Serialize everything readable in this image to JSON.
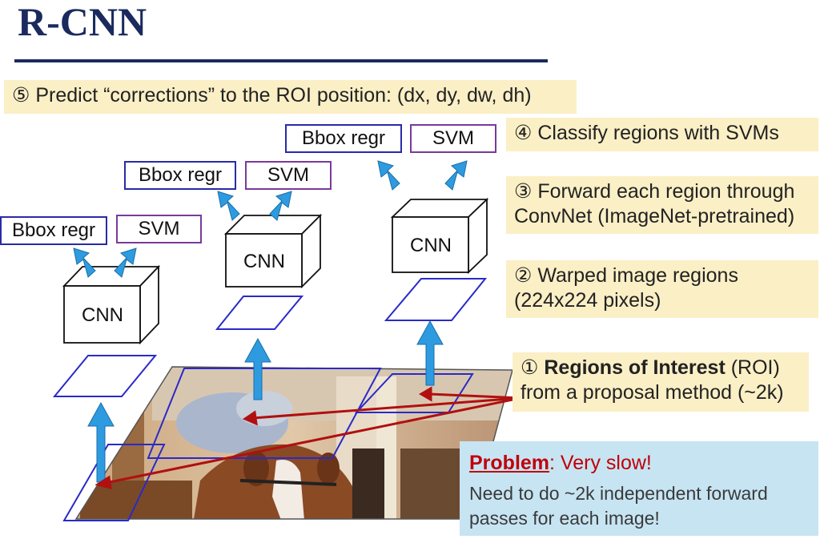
{
  "title": "R-CNN",
  "steps": {
    "s5": "⑤ Predict “corrections” to the ROI position: (dx, dy, dw, dh)",
    "s4": "④ Classify regions with SVMs",
    "s3_line1": "③ Forward each region through",
    "s3_line2": "ConvNet (ImageNet-pretrained)",
    "s2_line1": "② Warped image regions",
    "s2_line2": "(224x224 pixels)",
    "s1_prefix": "① ",
    "s1_bold": "Regions of Interest",
    "s1_suffix": " (ROI)",
    "s1_line2": "from a proposal method (~2k)"
  },
  "problem": {
    "label": "Problem",
    "text": ": Very slow!",
    "body": "Need to do ~2k independent forward passes for each image!"
  },
  "pipelines": [
    {
      "cnn_label": "CNN",
      "bbox_label": "Bbox regr",
      "svm_label": "SVM"
    },
    {
      "cnn_label": "CNN",
      "bbox_label": "Bbox regr",
      "svm_label": "SVM"
    },
    {
      "cnn_label": "CNN",
      "bbox_label": "Bbox regr",
      "svm_label": "SVM"
    }
  ],
  "colors": {
    "title": "#1a2a5e",
    "note_bg": "#fbefc6",
    "problem_bg": "#c7e4f2",
    "problem_red": "#c0000a",
    "arrow_blue": "#2e9be0",
    "region_blue": "#2a2ac8",
    "pointer_red": "#b01010",
    "bbox_border": "#2a2aa8",
    "svm_border": "#7a3a9a"
  }
}
